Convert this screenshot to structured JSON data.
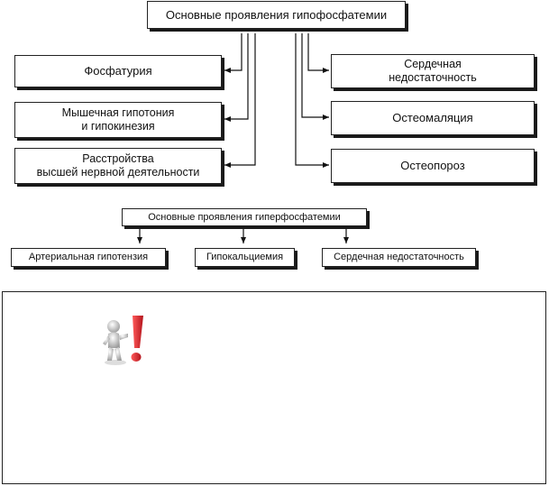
{
  "hypophosphatemia": {
    "title": "Основные проявления гипофосфатемии",
    "left": [
      "Фосфатурия",
      "Мышечная гипотония\nи гипокинезия",
      "Расстройства\nвысшей нервной деятельности"
    ],
    "right": [
      "Сердечная\nнедостаточность",
      "Остеомаляция",
      "Остеопороз"
    ]
  },
  "hyperphosphatemia": {
    "title": "Основные проявления гиперфосфатемии",
    "items": [
      "Артериальная гипотензия",
      "Гипокальциемия",
      "Сердечная недостаточность"
    ]
  },
  "note": {
    "icon": "exclamation-figure-icon",
    "accent": "#d2232a"
  }
}
